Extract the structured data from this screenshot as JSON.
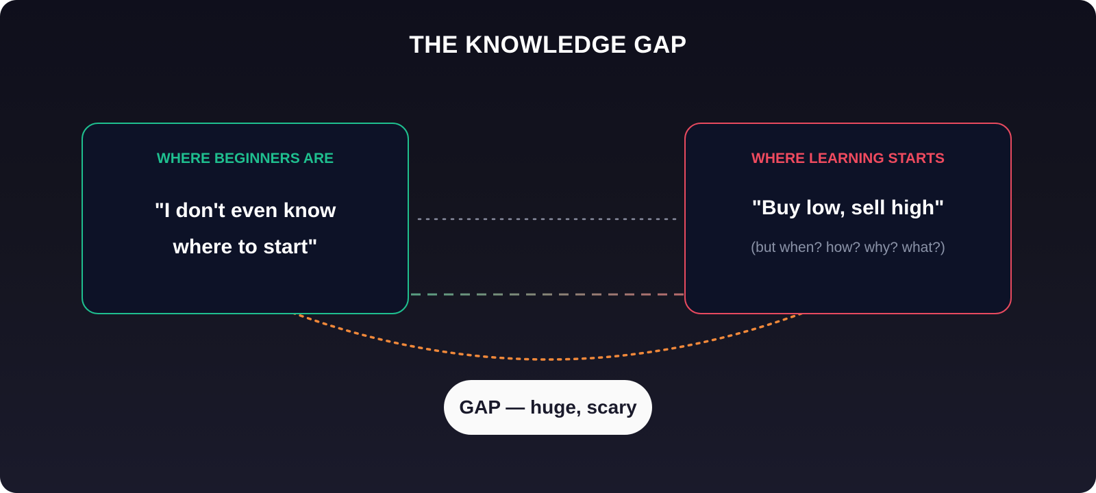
{
  "title": "THE KNOWLEDGE GAP",
  "left_box": {
    "label": "WHERE BEGINNERS ARE",
    "quote_lines": [
      "\"I don't even know",
      "where to start\""
    ],
    "color": "#1fbf8f"
  },
  "right_box": {
    "label": "WHERE LEARNING STARTS",
    "quote_lines": [
      "\"Buy low, sell high\""
    ],
    "subnote": "(but when? how? why? what?)",
    "color": "#f04b5f"
  },
  "gap_label": "GAP — huge, scary",
  "connector_colors": {
    "dotted": "#8a8ea0",
    "arc": "#f0883a",
    "start": "#1fbf8f",
    "end": "#f04b5f"
  }
}
